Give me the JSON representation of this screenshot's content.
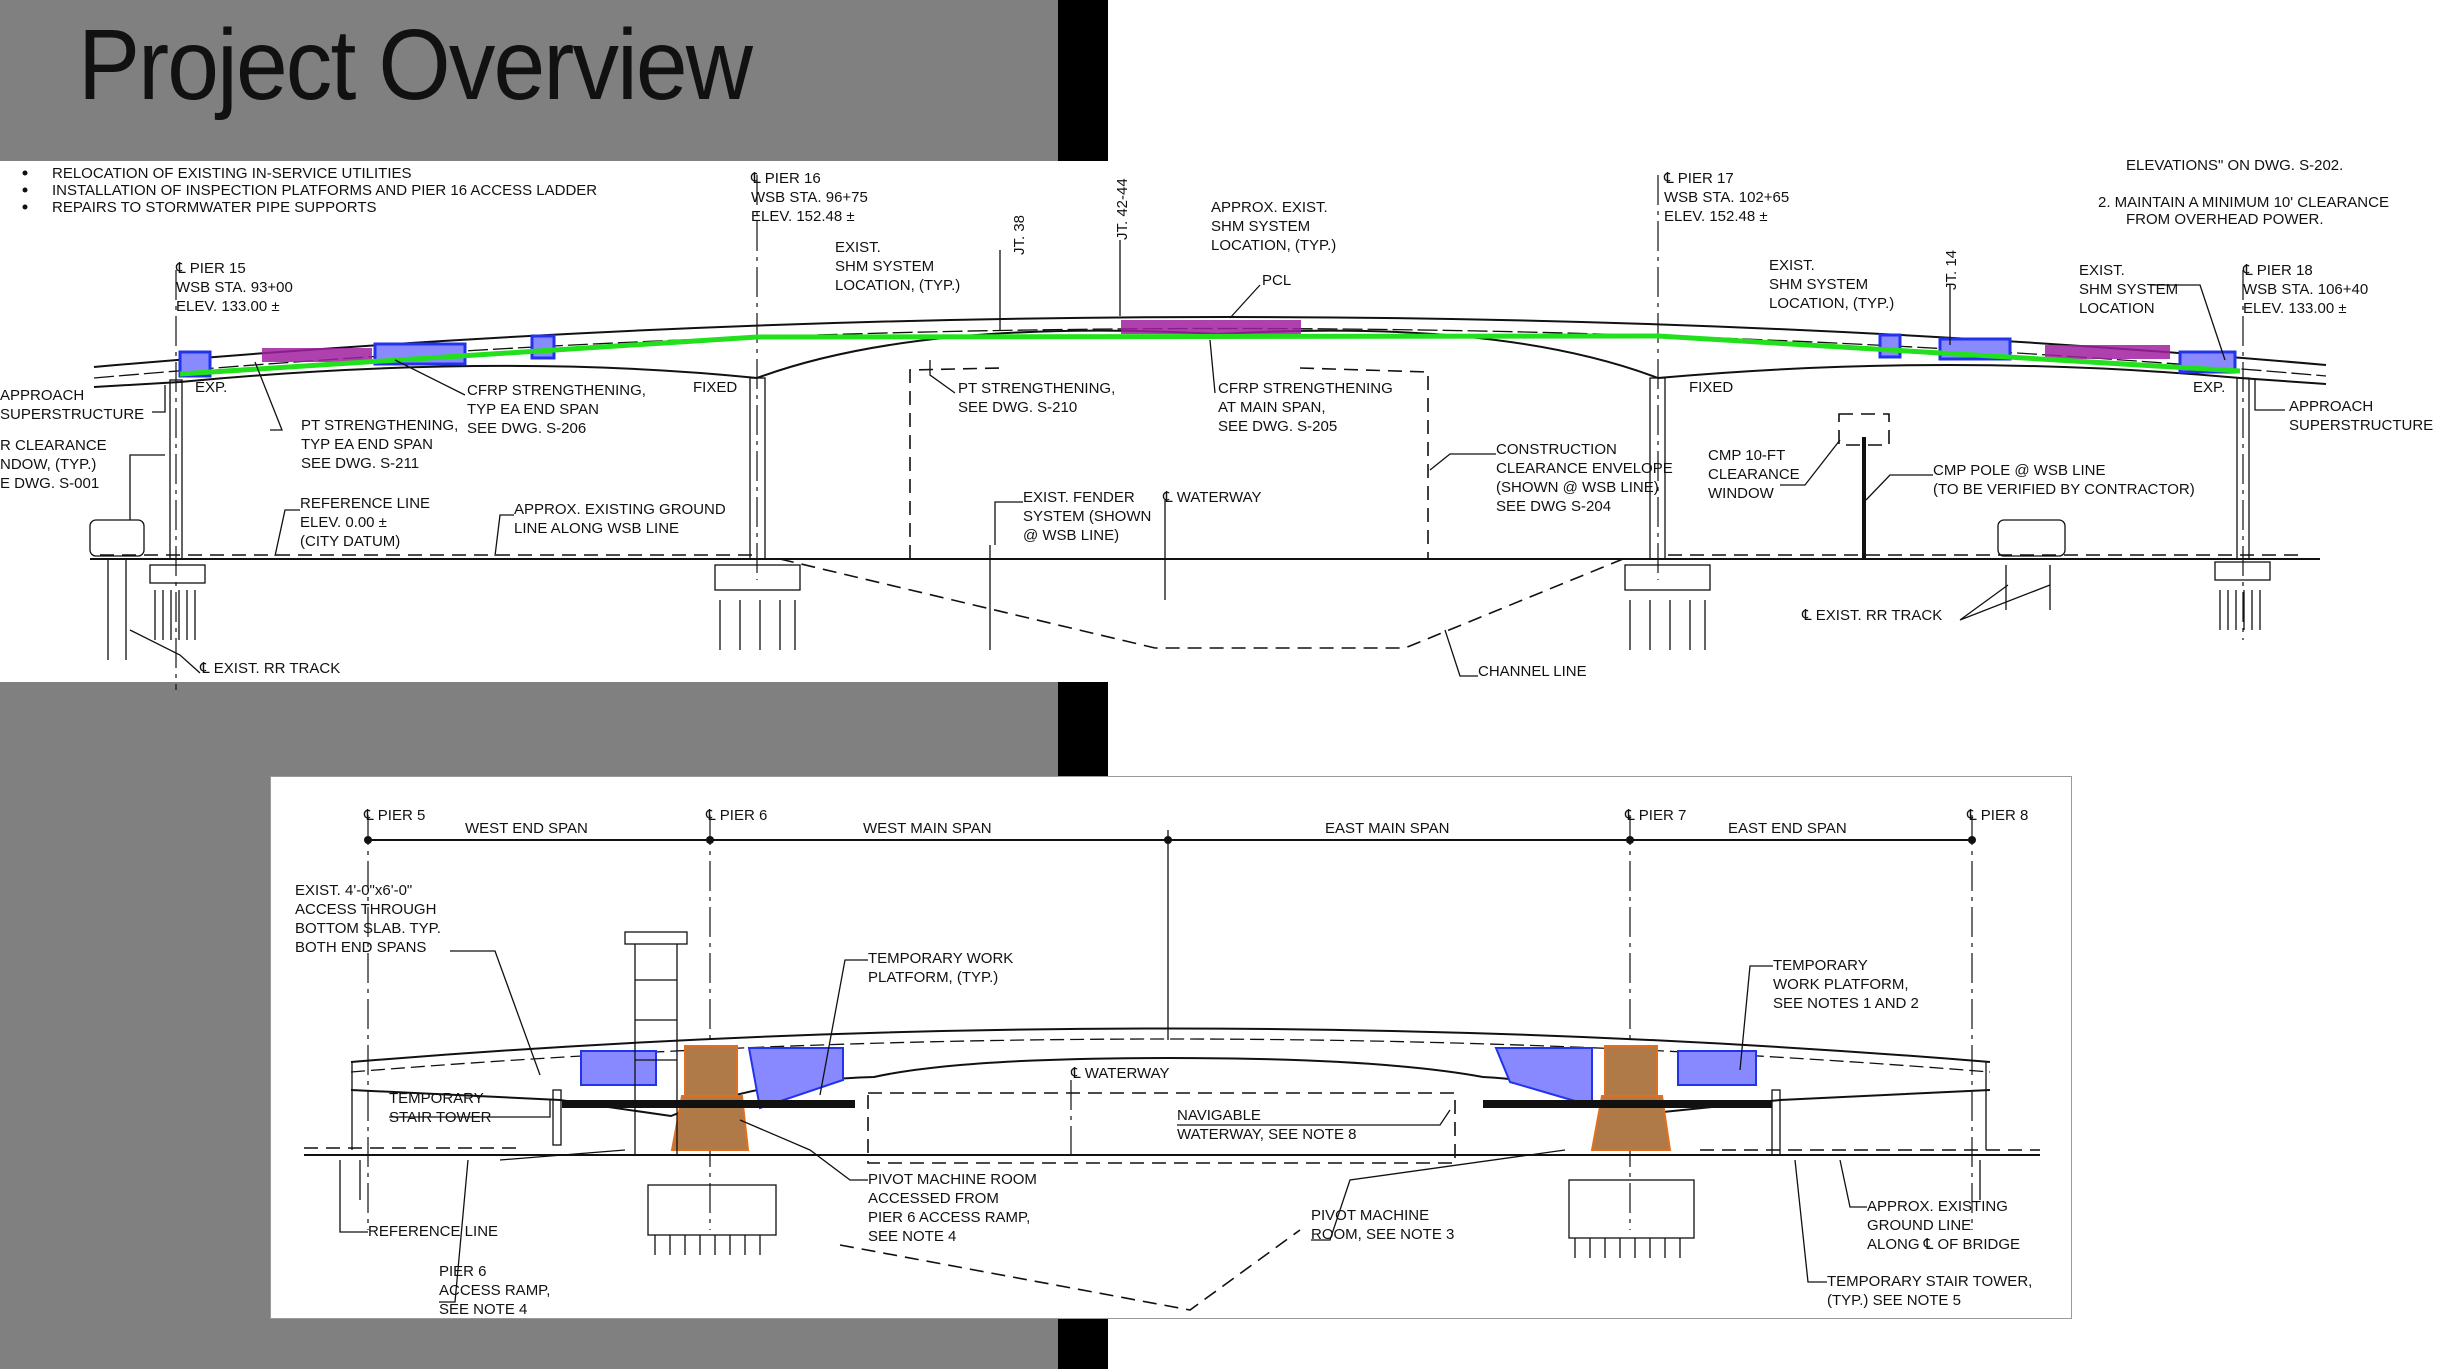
{
  "slide": {
    "title": "Project Overview"
  },
  "colors": {
    "strengthening_green": "#22e01c",
    "cfrp_blue": "#2233ee",
    "pt_purple": "#a020a0",
    "pier_orange": "#b07a48"
  },
  "top": {
    "labels": {
      "bullet1": [
        "RELOCATION OF EXISTING IN-SERVICE UTILITIES"
      ],
      "bullet2": [
        "INSTALLATION OF INSPECTION PLATFORMS AND PIER 16 ACCESS LADDER"
      ],
      "bullet3": [
        "REPAIRS TO STORMWATER PIPE SUPPORTS"
      ],
      "pier15": [
        "℄ PIER 15",
        "WSB STA. 93+00",
        "ELEV. 133.00 ±"
      ],
      "pier16": [
        "℄ PIER 16",
        "WSB STA. 96+75",
        "ELEV. 152.48 ±"
      ],
      "pier17": [
        "℄ PIER 17",
        "WSB STA. 102+65",
        "ELEV. 152.48 ±"
      ],
      "pier18": [
        "℄ PIER 18",
        "WSB STA. 106+40",
        "ELEV. 133.00 ±"
      ],
      "note1": [
        "ELEVATIONS\" ON DWG. S-202."
      ],
      "note2": [
        "2.  MAINTAIN A MINIMUM 10' CLEARANCE"
      ],
      "note2b": [
        "FROM OVERHEAD POWER."
      ],
      "shm1": [
        "EXIST.",
        "SHM SYSTEM",
        "LOCATION, (TYP.)"
      ],
      "shm2": [
        "APPROX. EXIST.",
        "SHM SYSTEM",
        "LOCATION, (TYP.)"
      ],
      "pcl": [
        "PCL"
      ],
      "jt38": [
        "JT. 38"
      ],
      "jt42": [
        "JT. 42-44"
      ],
      "jt14": [
        "JT. 14"
      ],
      "shm3": [
        "EXIST.",
        "SHM SYSTEM",
        "LOCATION, (TYP.)"
      ],
      "shm4": [
        "EXIST.",
        "SHM SYSTEM",
        "LOCATION"
      ],
      "approachL": [
        "APPROACH",
        "SUPERSTRUCTURE"
      ],
      "expL": [
        "EXP."
      ],
      "cfrpEnd": [
        "CFRP STRENGTHENING,",
        "TYP EA END SPAN",
        "SEE DWG. S-206"
      ],
      "ptEnd": [
        "PT STRENGTHENING,",
        "TYP EA END SPAN",
        "SEE DWG. S-211"
      ],
      "fixedL": [
        "FIXED"
      ],
      "fixedR": [
        "FIXED"
      ],
      "ptMain": [
        "PT STRENGTHENING,",
        "SEE DWG. S-210"
      ],
      "cfrpMain": [
        "CFRP STRENGTHENING",
        "AT MAIN SPAN,",
        "SEE DWG. S-205"
      ],
      "approachR": [
        "APPROACH",
        "SUPERSTRUCTURE"
      ],
      "expR": [
        "EXP."
      ],
      "clearWin": [
        "R CLEARANCE",
        "NDOW, (TYP.)",
        "E DWG. S-001"
      ],
      "reference": [
        "REFERENCE LINE",
        "ELEV. 0.00 ±",
        "(CITY DATUM)"
      ],
      "ground": [
        "APPROX. EXISTING GROUND",
        "LINE ALONG WSB LINE"
      ],
      "fender": [
        "EXIST. FENDER",
        "SYSTEM (SHOWN",
        "@ WSB LINE)"
      ],
      "waterway": [
        "℄ WATERWAY"
      ],
      "envelope": [
        "CONSTRUCTION",
        "CLEARANCE ENVELOPE",
        "(SHOWN @ WSB LINE)",
        "SEE DWG S-204"
      ],
      "cmpWin": [
        "CMP 10-FT",
        "CLEARANCE",
        "WINDOW"
      ],
      "cmpPole": [
        "CMP POLE @ WSB LINE",
        "(TO BE VERIFIED BY CONTRACTOR)"
      ],
      "rrR": [
        "℄ EXIST. RR TRACK"
      ],
      "rrL": [
        "℄ EXIST. RR TRACK"
      ],
      "channel": [
        "CHANNEL LINE"
      ]
    }
  },
  "bottom": {
    "labels": {
      "pier5": [
        "℄ PIER 5"
      ],
      "pier6": [
        "℄ PIER 6"
      ],
      "pier7": [
        "℄ PIER 7"
      ],
      "pier8": [
        "℄ PIER 8"
      ],
      "westEnd": [
        "WEST END SPAN"
      ],
      "westMain": [
        "WEST MAIN SPAN"
      ],
      "eastMain": [
        "EAST MAIN SPAN"
      ],
      "eastEnd": [
        "EAST END SPAN"
      ],
      "access": [
        "EXIST. 4'-0\"x6'-0\"",
        "ACCESS THROUGH",
        "BOTTOM SLAB. TYP.",
        "BOTH END SPANS"
      ],
      "platformL": [
        "TEMPORARY WORK",
        "PLATFORM, (TYP.)"
      ],
      "platformR": [
        "TEMPORARY",
        "WORK PLATFORM,",
        "SEE NOTES 1 AND 2"
      ],
      "waterway": [
        "℄ WATERWAY"
      ],
      "stairL": [
        "TEMPORARY",
        "STAIR TOWER"
      ],
      "navigable": [
        "NAVIGABLE",
        "WATERWAY, SEE NOTE 8"
      ],
      "pivotL": [
        "PIVOT MACHINE ROOM",
        "ACCESSED FROM",
        "PIER 6 ACCESS RAMP,",
        "SEE NOTE 4"
      ],
      "pivotR": [
        "PIVOT MACHINE",
        "ROOM, SEE NOTE 3"
      ],
      "reference": [
        "REFERENCE LINE"
      ],
      "ground": [
        "APPROX. EXISTING",
        "GROUND LINE",
        "ALONG ℄ OF BRIDGE"
      ],
      "ramp": [
        "PIER 6",
        "ACCESS RAMP,",
        "SEE NOTE 4"
      ],
      "stairR": [
        "TEMPORARY STAIR TOWER,",
        "(TYP.) SEE NOTE 5"
      ]
    }
  }
}
